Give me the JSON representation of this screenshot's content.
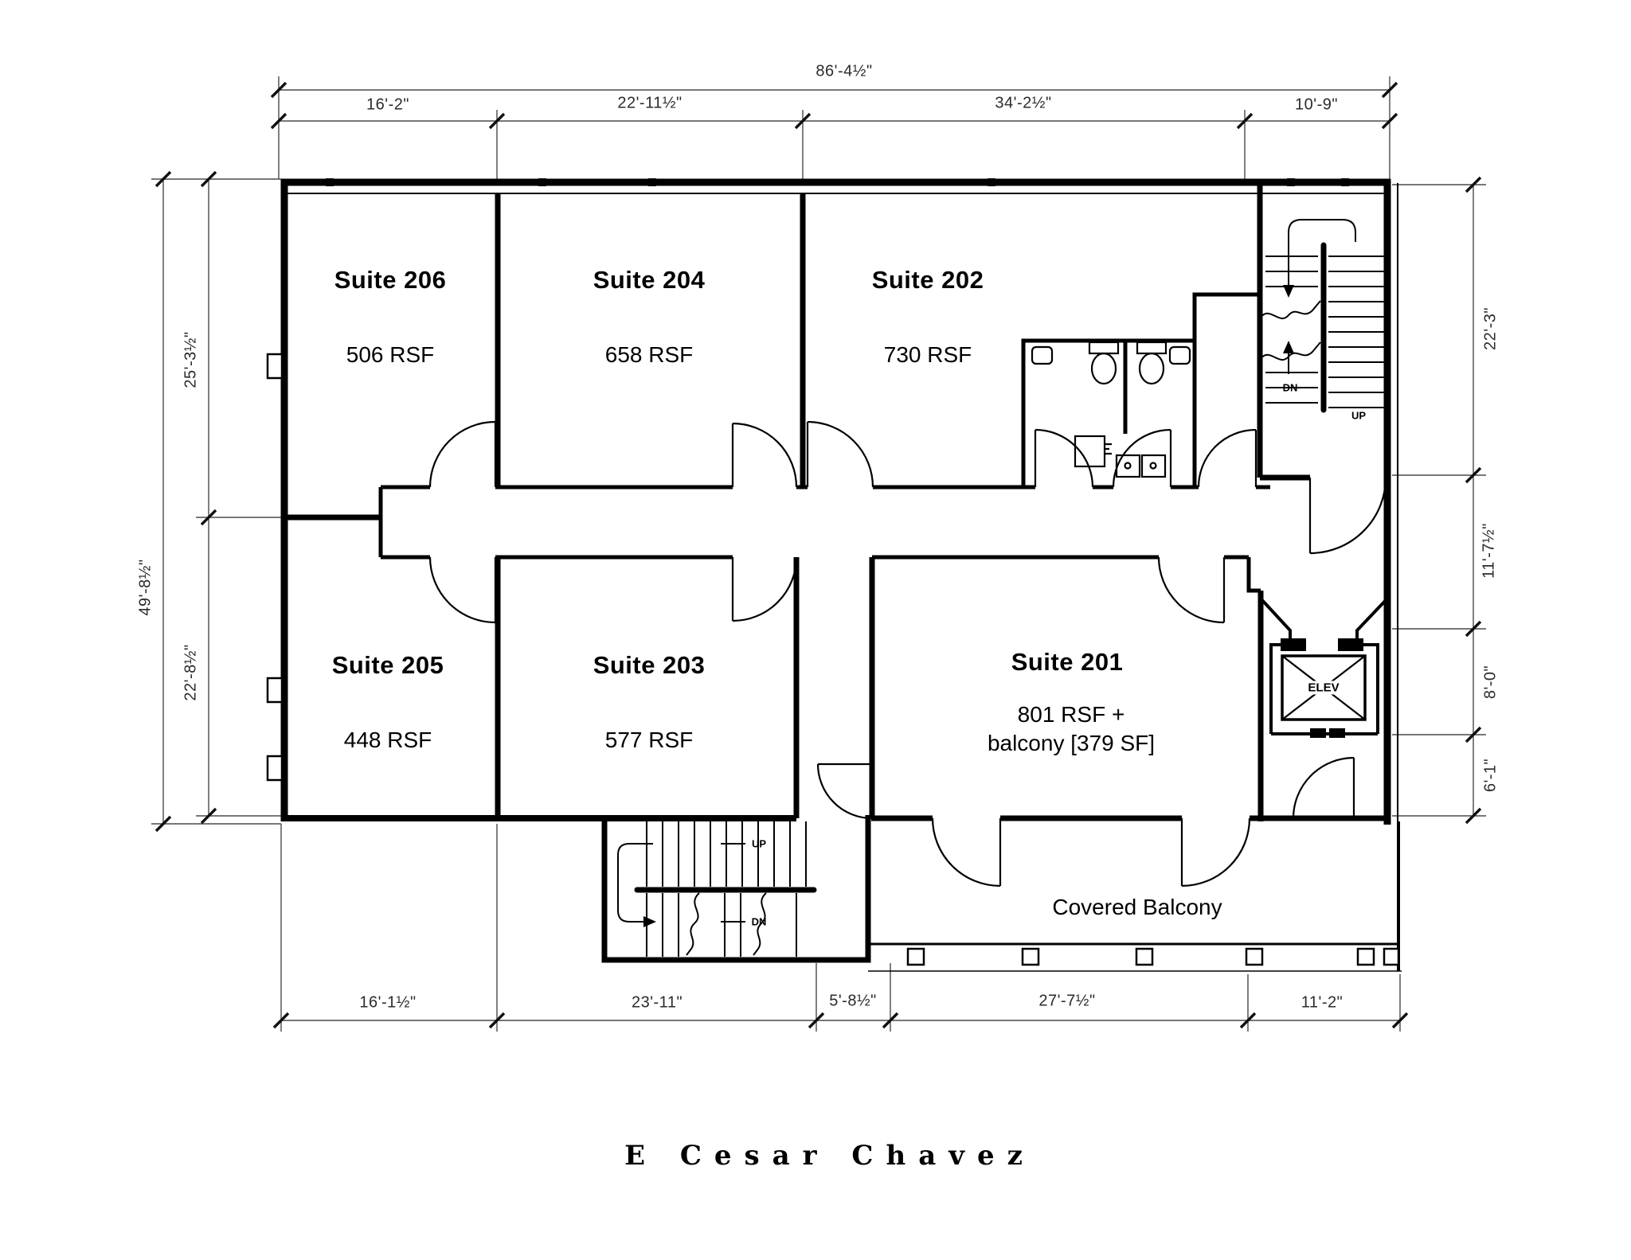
{
  "suites": [
    {
      "name": "Suite 206",
      "area": "506 RSF"
    },
    {
      "name": "Suite 204",
      "area": "658 RSF"
    },
    {
      "name": "Suite 202",
      "area": "730 RSF"
    },
    {
      "name": "Suite 205",
      "area": "448 RSF"
    },
    {
      "name": "Suite 203",
      "area": "577 RSF"
    },
    {
      "name": "Suite 201",
      "area": "801 RSF +",
      "area2": "balcony [379 SF]"
    }
  ],
  "labels": {
    "covered_balcony": "Covered Balcony",
    "elevator": "ELEV",
    "up": "UP",
    "dn": "DN",
    "street": "E Cesar Chavez"
  },
  "dimensions": {
    "top_overall": "86'-4½\"",
    "top_segments": [
      "16'-2\"",
      "22'-11½\"",
      "34'-2½\"",
      "10'-9\""
    ],
    "left_overall": "49'-8½\"",
    "left_segments": [
      "25'-3½\"",
      "22'-8½\""
    ],
    "right_segments": [
      "22'-3\"",
      "11'-7½\"",
      "8'-0\"",
      "6'-1\""
    ],
    "bottom_segments": [
      "16'-1½\"",
      "23'-11\"",
      "5'-8½\"",
      "27'-7½\"",
      "11'-2\""
    ]
  }
}
